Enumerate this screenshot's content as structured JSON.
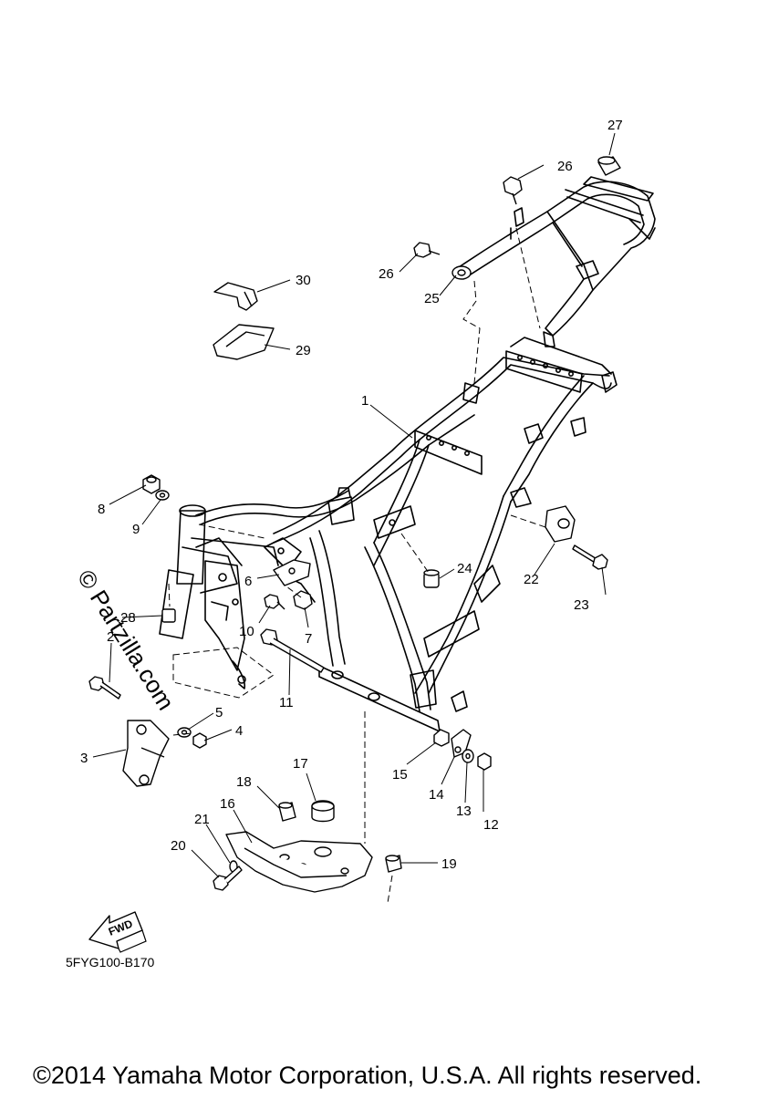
{
  "diagram": {
    "figure_code": "5FYG100-B170",
    "copyright": "©2014 Yamaha Motor Corporation, U.S.A. All rights reserved.",
    "watermark": "© Partzilla.com",
    "fwd_label": "FWD",
    "callouts": [
      "1",
      "2",
      "3",
      "4",
      "5",
      "6",
      "7",
      "8",
      "9",
      "10",
      "11",
      "12",
      "13",
      "14",
      "15",
      "16",
      "17",
      "18",
      "19",
      "20",
      "21",
      "22",
      "23",
      "24",
      "25",
      "26",
      "26",
      "27",
      "28",
      "29",
      "30"
    ]
  }
}
